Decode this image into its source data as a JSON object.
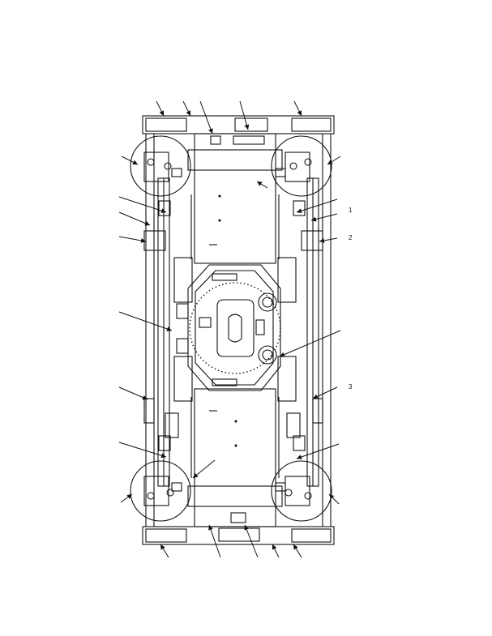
{
  "figure": {
    "marks": [
      "1",
      "2",
      "3"
    ],
    "colors": {
      "line": "#111111",
      "background": "#ffffff"
    }
  }
}
